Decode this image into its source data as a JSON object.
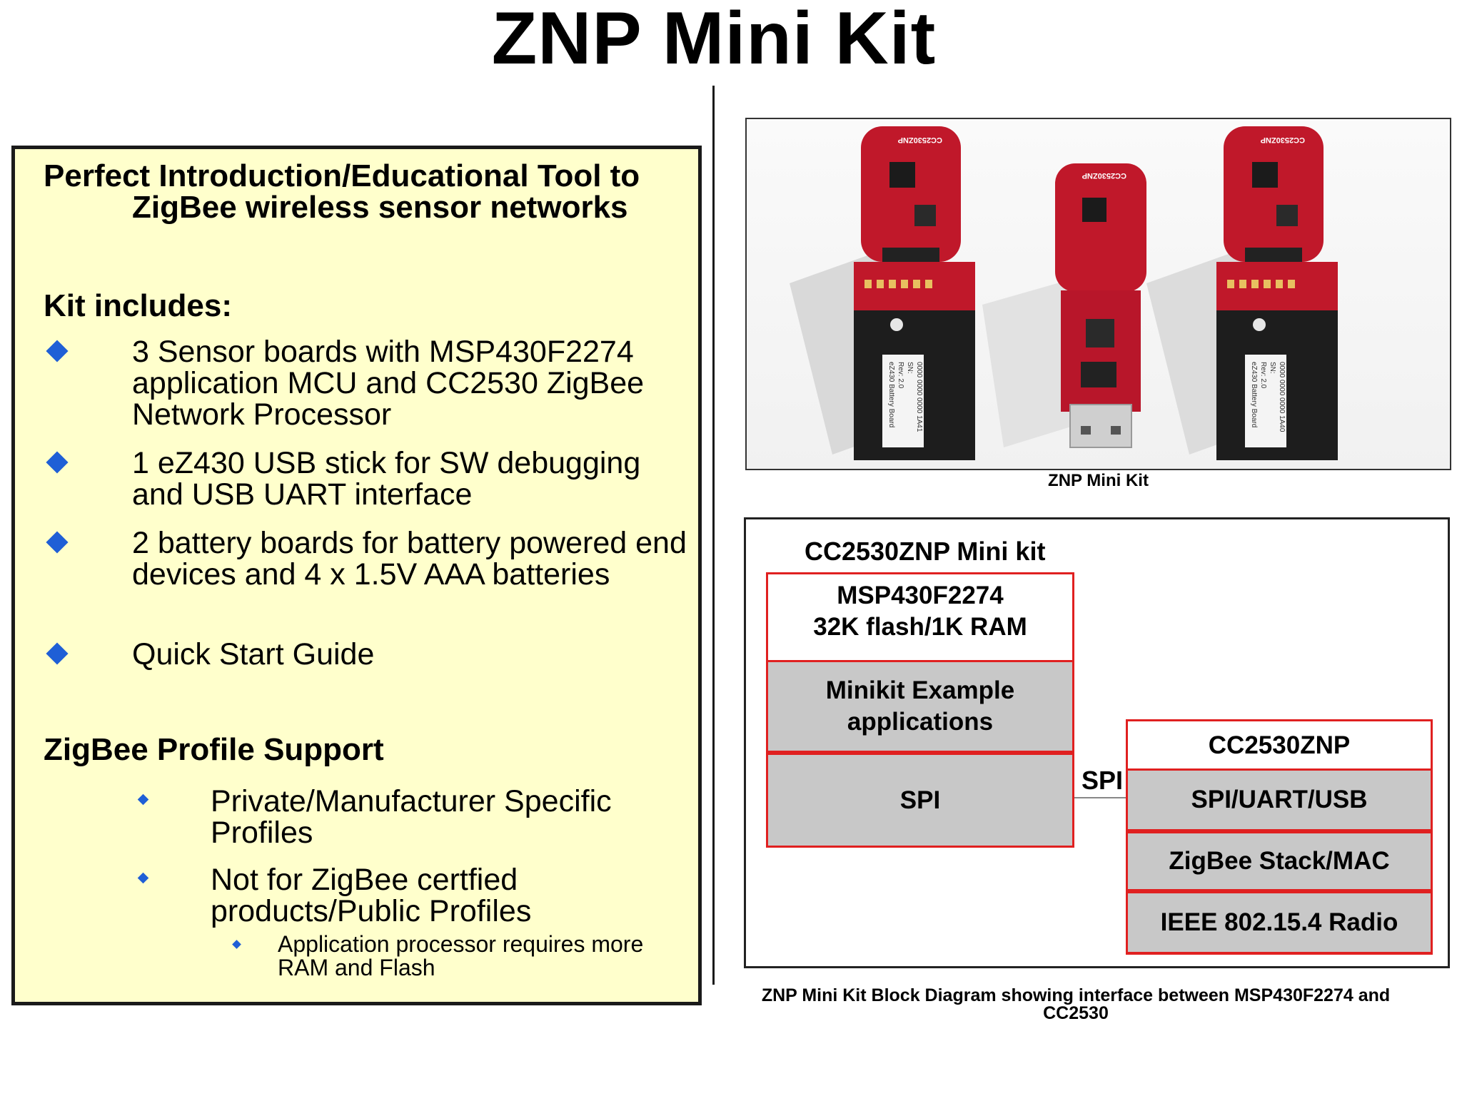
{
  "title": "ZNP Mini Kit",
  "left_panel": {
    "intro_line1": "Perfect Introduction/Educational Tool to",
    "intro_line2": "ZigBee wireless sensor networks",
    "kit_heading": "Kit includes:",
    "kit_items": [
      "3 Sensor boards with MSP430F2274 application MCU and CC2530 ZigBee Network Processor",
      "1 eZ430 USB stick for SW debugging and USB UART interface",
      "2 battery boards for battery powered end devices and 4 x 1.5V AAA batteries",
      "Quick Start Guide"
    ],
    "profile_heading": "ZigBee Profile Support",
    "profile_items": [
      "Private/Manufacturer Specific Profiles",
      "Not for ZigBee certfied products/Public Profiles"
    ],
    "profile_subitem": "Application processor requires more RAM and Flash"
  },
  "photo": {
    "caption": "ZNP Mini Kit",
    "board_label": "CC2530ZNP",
    "battery_label_lines": [
      "eZ430 Battery Board",
      "Rev: 2.0",
      "SN:",
      "0000 0000 0000 1A41"
    ],
    "battery_label_lines_2": [
      "eZ430 Battery Board",
      "Rev: 2.0",
      "SN:",
      "0000 0000 0000 1A40"
    ]
  },
  "diagram": {
    "title": "CC2530ZNP Mini kit",
    "msp_name": "MSP430F2274",
    "msp_mem": "32K flash/1K RAM",
    "msp_app": "Minikit Example applications",
    "msp_spi": "SPI",
    "link_label": "SPI",
    "znp_name": "CC2530ZNP",
    "znp_layers": [
      "SPI/UART/USB",
      "ZigBee Stack/MAC",
      "IEEE 802.15.4 Radio"
    ],
    "caption": "ZNP Mini Kit Block Diagram showing interface between MSP430F2274 and CC2530"
  },
  "colors": {
    "panel_bg": "#ffffcc",
    "bullet": "#1f5fd6",
    "box_border": "#e02020",
    "layer_fill": "#c8c8c8",
    "pcb": "#c0182a"
  }
}
